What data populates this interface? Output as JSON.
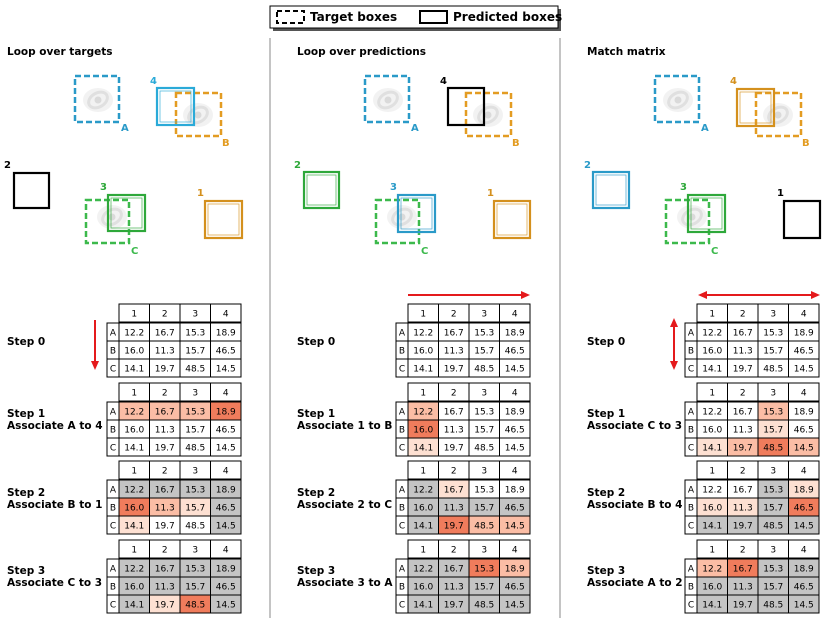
{
  "legend": {
    "target_label": "Target boxes",
    "predicted_label": "Predicted boxes"
  },
  "colors": {
    "A": "#2a9ac8",
    "B": "#e39c22",
    "C": "#3cb94c",
    "pred1": "#d4901d",
    "pred2": "#2ea83a",
    "pred3": "#2a9ac8",
    "pred4": "#2aaad8",
    "black": "#000000",
    "arrow": "#e41a1c",
    "gray": "#c4c4c4",
    "heat_light": "#fde0d2",
    "heat_mid": "#fbbda5",
    "heat_strong": "#f07c5c"
  },
  "matrix": {
    "col_labels": [
      "1",
      "2",
      "3",
      "4"
    ],
    "row_labels": [
      "A",
      "B",
      "C"
    ],
    "values": [
      [
        "12.2",
        "16.7",
        "15.3",
        "18.9"
      ],
      [
        "16.0",
        "11.3",
        "15.7",
        "46.5"
      ],
      [
        "14.1",
        "19.7",
        "48.5",
        "14.5"
      ]
    ]
  },
  "panels": [
    {
      "title": "Loop over targets",
      "arrow": "down",
      "targets": {
        "A": "A",
        "B": "B",
        "C": "C"
      },
      "preds": {
        "1": "1",
        "2": "2",
        "3": "3",
        "4": "4"
      },
      "steps": [
        {
          "label": "Step 0",
          "sub": "",
          "cells": []
        },
        {
          "label": "Step 1",
          "sub": "Associate A to 4",
          "cells": [
            [
              "m",
              "m",
              "m",
              "s"
            ],
            [
              "",
              "",
              "",
              ""
            ],
            [
              "",
              "",
              "",
              ""
            ]
          ]
        },
        {
          "label": "Step 2",
          "sub": "Associate B to 1",
          "cells": [
            [
              "g",
              "g",
              "g",
              "g"
            ],
            [
              "s",
              "m",
              "l",
              "g"
            ],
            [
              "l",
              "",
              "",
              "g"
            ]
          ]
        },
        {
          "label": "Step 3",
          "sub": "Associate C to 3",
          "cells": [
            [
              "g",
              "g",
              "g",
              "g"
            ],
            [
              "g",
              "g",
              "g",
              "g"
            ],
            [
              "g",
              "l",
              "s",
              "g"
            ]
          ]
        }
      ]
    },
    {
      "title": "Loop over predictions",
      "arrow": "right",
      "targets": {
        "A": "A",
        "B": "B",
        "C": "C"
      },
      "preds": {
        "1": "1",
        "2": "2",
        "3": "3",
        "4": "4"
      },
      "steps": [
        {
          "label": "Step 0",
          "sub": "",
          "cells": []
        },
        {
          "label": "Step 1",
          "sub": "Associate 1 to B",
          "cells": [
            [
              "m",
              "",
              "",
              ""
            ],
            [
              "s",
              "",
              "",
              ""
            ],
            [
              "l",
              "",
              "",
              ""
            ]
          ]
        },
        {
          "label": "Step 2",
          "sub": "Associate 2 to C",
          "cells": [
            [
              "g",
              "l",
              "",
              ""
            ],
            [
              "g",
              "g",
              "g",
              "g"
            ],
            [
              "g",
              "s",
              "m",
              "m"
            ]
          ]
        },
        {
          "label": "Step 3",
          "sub": "Associate 3 to A",
          "cells": [
            [
              "g",
              "g",
              "s",
              "m"
            ],
            [
              "g",
              "g",
              "g",
              "g"
            ],
            [
              "g",
              "g",
              "g",
              "g"
            ]
          ]
        }
      ]
    },
    {
      "title": "Match matrix",
      "arrow": "both",
      "targets": {
        "A": "A",
        "B": "B",
        "C": "C"
      },
      "preds": {
        "1": "1",
        "2": "2",
        "3": "3",
        "4": "4"
      },
      "steps": [
        {
          "label": "Step 0",
          "sub": "",
          "cells": []
        },
        {
          "label": "Step 1",
          "sub": "Associate C to 3",
          "cells": [
            [
              "",
              "",
              "m",
              ""
            ],
            [
              "",
              "",
              "l",
              ""
            ],
            [
              "l",
              "m",
              "s",
              "m"
            ]
          ]
        },
        {
          "label": "Step 2",
          "sub": "Associate B to 4",
          "cells": [
            [
              "",
              "",
              "g",
              "l"
            ],
            [
              "l",
              "l",
              "g",
              "s"
            ],
            [
              "g",
              "g",
              "g",
              "g"
            ]
          ]
        },
        {
          "label": "Step 3",
          "sub": "Associate A to 2",
          "cells": [
            [
              "m",
              "s",
              "g",
              "g"
            ],
            [
              "g",
              "g",
              "g",
              "g"
            ],
            [
              "g",
              "g",
              "g",
              "g"
            ]
          ]
        }
      ]
    }
  ]
}
